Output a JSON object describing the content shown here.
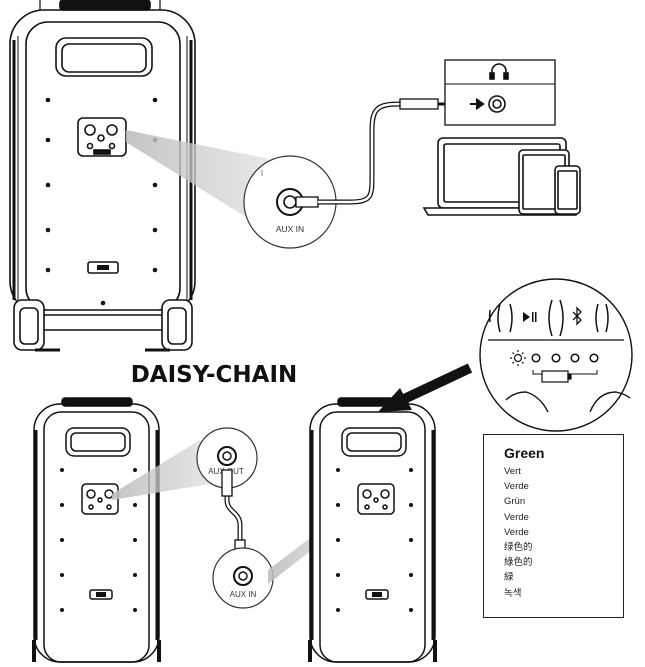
{
  "labels": {
    "aux_in_top": "AUX IN",
    "daisy_chain": "DAISY-CHAIN",
    "aux_out": "AUX OUT",
    "aux_in_bottom": "AUX IN"
  },
  "color_panel": {
    "title": "Green",
    "translations": [
      "Vert",
      "Verde",
      "Grün",
      "Verde",
      "Verde",
      "绿色的",
      "綠色的",
      "緑",
      "녹색"
    ]
  },
  "icons": {
    "headphone": "headphone-icon",
    "audio_jack": "audio-jack-icon",
    "play_pause": "play-pause-icon",
    "bluetooth": "bluetooth-icon",
    "light": "light-icon",
    "battery": "battery-icon"
  }
}
